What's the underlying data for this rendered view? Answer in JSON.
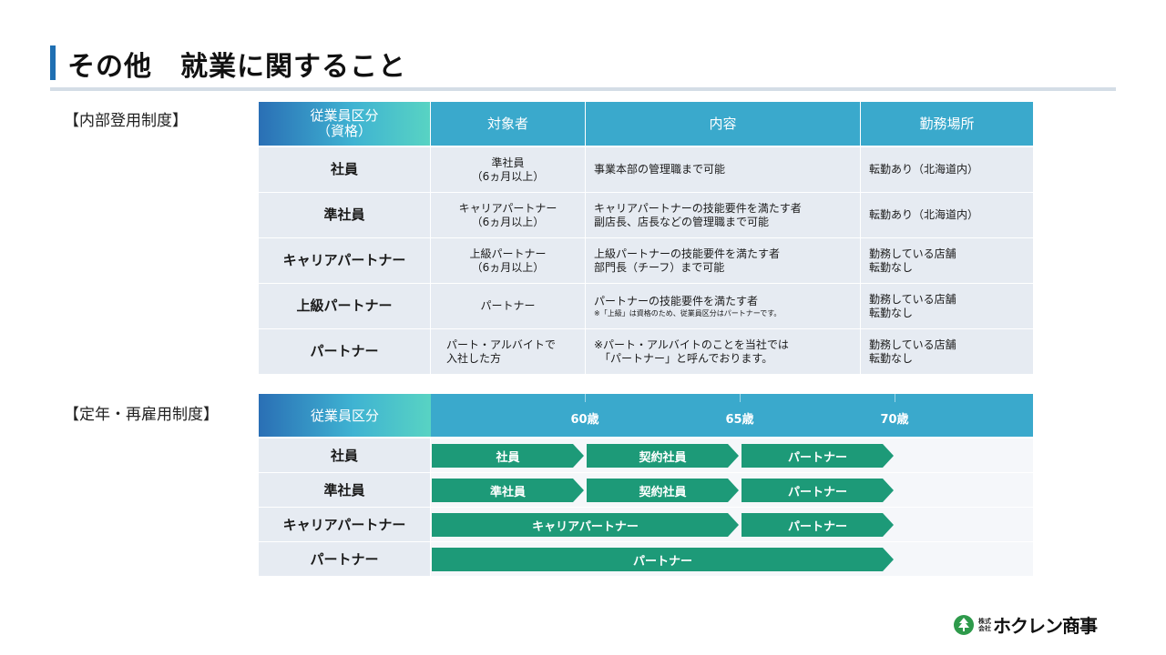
{
  "title": "その他　就業に関すること",
  "section1": {
    "label": "【内部登用制度】",
    "headers": {
      "category_line1": "従業員区分",
      "category_line2": "（資格）",
      "target": "対象者",
      "content": "内容",
      "location": "勤務場所"
    },
    "rows": [
      {
        "category": "社員",
        "target": [
          "準社員",
          "（6ヵ月以上）"
        ],
        "content": [
          "事業本部の管理職まで可能"
        ],
        "location": [
          "転勤あり（北海道内）"
        ]
      },
      {
        "category": "準社員",
        "target": [
          "キャリアパートナー",
          "（6ヵ月以上）"
        ],
        "content": [
          "キャリアパートナーの技能要件を満たす者",
          "副店長、店長などの管理職まで可能"
        ],
        "location": [
          "転勤あり（北海道内）"
        ]
      },
      {
        "category": "キャリアパートナー",
        "target": [
          "上級パートナー",
          "（6ヵ月以上）"
        ],
        "content": [
          "上級パートナーの技能要件を満たす者",
          "部門長（チーフ）まで可能"
        ],
        "location": [
          "勤務している店舗",
          "転勤なし"
        ]
      },
      {
        "category": "上級パートナー",
        "target": [
          "パートナー"
        ],
        "content": [
          "パートナーの技能要件を満たす者"
        ],
        "content_note": "※「上級」は資格のため、従業員区分はパートナーです。",
        "location": [
          "勤務している店舗",
          "転勤なし"
        ]
      },
      {
        "category": "パートナー",
        "target": [
          "パート・アルバイトで",
          "入社した方"
        ],
        "content": [
          "※パート・アルバイトのことを当社では",
          "　「パートナー」と呼んでおります。"
        ],
        "location": [
          "勤務している店舗",
          "転勤なし"
        ]
      }
    ]
  },
  "section2": {
    "label": "【定年・再雇用制度】",
    "header_category": "従業員区分",
    "ages": [
      "60歳",
      "65歳",
      "70歳"
    ],
    "rows": [
      {
        "category": "社員",
        "segments": [
          {
            "label": "社員",
            "from_age": 55,
            "to_age": 60
          },
          {
            "label": "契約社員",
            "from_age": 60,
            "to_age": 65
          },
          {
            "label": "パートナー",
            "from_age": 65,
            "to_age": 70
          }
        ]
      },
      {
        "category": "準社員",
        "segments": [
          {
            "label": "準社員",
            "from_age": 55,
            "to_age": 60
          },
          {
            "label": "契約社員",
            "from_age": 60,
            "to_age": 65
          },
          {
            "label": "パートナー",
            "from_age": 65,
            "to_age": 70
          }
        ]
      },
      {
        "category": "キャリアパートナー",
        "segments": [
          {
            "label": "キャリアパートナー",
            "from_age": 55,
            "to_age": 65
          },
          {
            "label": "パートナー",
            "from_age": 65,
            "to_age": 70
          }
        ]
      },
      {
        "category": "パートナー",
        "segments": [
          {
            "label": "パートナー",
            "from_age": 55,
            "to_age": 70
          }
        ]
      }
    ]
  },
  "logo": {
    "small_line1": "株式",
    "small_line2": "会社",
    "name": "ホクレン商事"
  }
}
